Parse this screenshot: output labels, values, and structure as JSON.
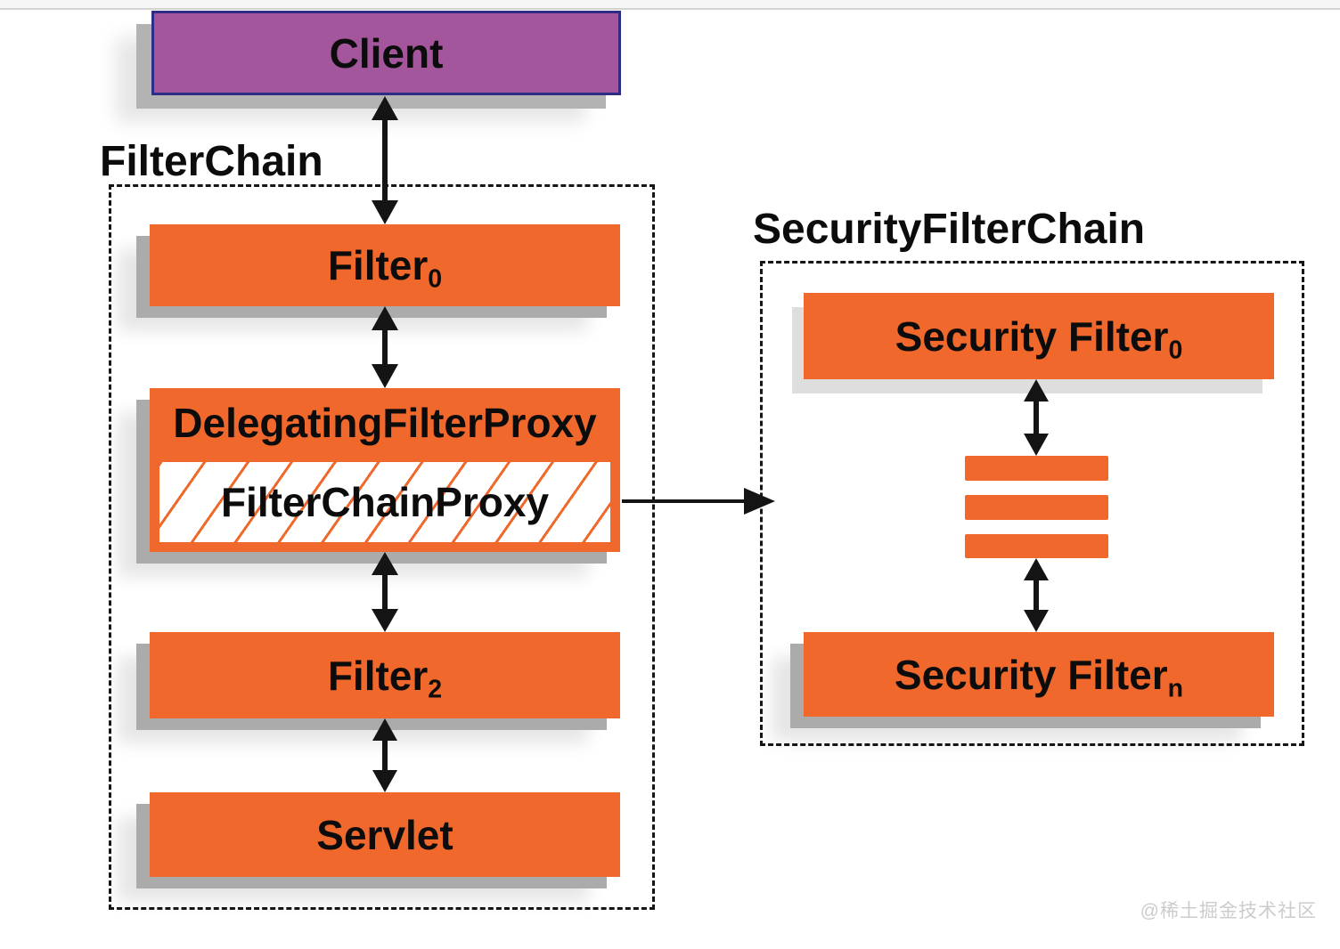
{
  "colors": {
    "orange": "#f0682c",
    "purple": "#a4569c",
    "purple_border": "#2e2c85",
    "dash": "#161616",
    "arrow": "#141414",
    "text": "#0c0c0c",
    "top_strip_bg": "#f6f6f6",
    "top_strip_line": "#d2d2d2",
    "watermark": "#cccccc"
  },
  "client": {
    "label": "Client"
  },
  "filter_chain": {
    "title": "FilterChain",
    "filter0": {
      "text": "Filter",
      "sub": "0"
    },
    "delegating_filter_proxy": {
      "title": "DelegatingFilterProxy"
    },
    "filter_chain_proxy": {
      "label": "FilterChainProxy"
    },
    "filter2": {
      "text": "Filter",
      "sub": "2"
    },
    "servlet": {
      "label": "Servlet"
    }
  },
  "security_filter_chain": {
    "title": "SecurityFilterChain",
    "security_filter_0": {
      "text": "Security Filter",
      "sub": "0"
    },
    "security_filter_n": {
      "text": "Security Filter",
      "sub": "n"
    }
  },
  "watermark": {
    "text": "@稀土掘金技术社区"
  }
}
